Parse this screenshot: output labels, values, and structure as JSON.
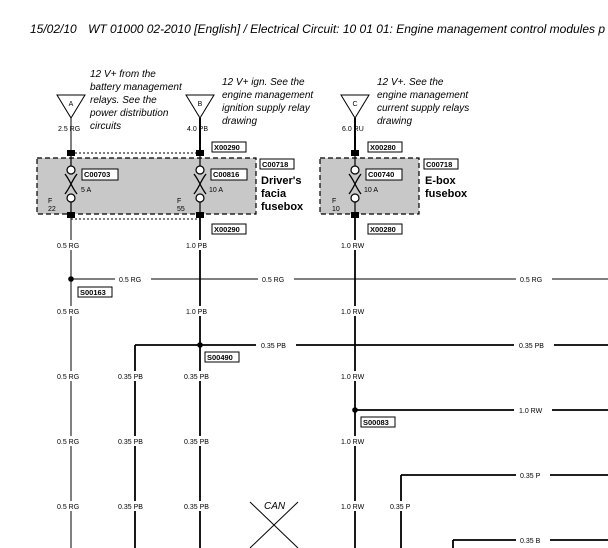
{
  "header": {
    "date": "15/02/10",
    "doc": "WT 01000 02-2010 [English] / Electrical Circuit: 10 01 01: Engine management control modules p"
  },
  "sources": [
    {
      "letter": "A",
      "note": [
        "12 V+ from the",
        "battery management",
        "relays. See the",
        "power distribution",
        "circuits"
      ],
      "wire": "2.5 RG"
    },
    {
      "letter": "B",
      "note": [
        "12 V+ ign. See the",
        "engine management",
        "ignition supply relay",
        "drawing"
      ],
      "wire": "4.0 PB"
    },
    {
      "letter": "C",
      "note": [
        "12 V+. See the",
        "engine management",
        "current supply relays",
        "drawing"
      ],
      "wire": "6.0 RU"
    }
  ],
  "connectors": {
    "driver_top": "X00290",
    "driver_bottom": "X00290",
    "ebox_top": "X00280",
    "ebox_bottom": "X00280"
  },
  "fuseboxes": [
    {
      "code": "C00718",
      "title": [
        "Driver's",
        "facia",
        "fusebox"
      ]
    },
    {
      "code": "C00718",
      "title": [
        "E-box",
        "fusebox"
      ]
    }
  ],
  "fuses": [
    {
      "code": "C00703",
      "amp": "5 A",
      "pin_label": "F",
      "pin": "22"
    },
    {
      "code": "C00816",
      "amp": "10 A",
      "pin_label": "F",
      "pin": "55"
    },
    {
      "code": "C00740",
      "amp": "10 A",
      "pin_label": "F",
      "pin": "10"
    }
  ],
  "splices": {
    "s1": "S00163",
    "s2": "S00490",
    "s3": "S00083"
  },
  "wire_labels": {
    "a_below_fuse": "0.5 RG",
    "b_below_fuse": "1.0 PB",
    "c_below_fuse": "1.0 RW",
    "h1_left": "0.5 RG",
    "h1_mid": "0.5 RG",
    "h1_right": "0.5 RG",
    "row1_a": "0.5 RG",
    "row1_b": "1.0 PB",
    "row1_c": "1.0 RW",
    "h2_mid": "0.35 PB",
    "h2_right": "0.35 PB",
    "row2_a": "0.5 RG",
    "row2_d": "0.35 PB",
    "row2_b": "0.35 PB",
    "row2_c": "1.0 RW",
    "h3_right": "1.0 RW",
    "row3_a": "0.5 RG",
    "row3_d": "0.35 PB",
    "row3_b": "0.35 PB",
    "row3_c": "1.0 RW",
    "h4_right": "0.35 P",
    "row4_a": "0.5 RG",
    "row4_d": "0.35 PB",
    "row4_b": "0.35 PB",
    "row4_c": "1.0 RW",
    "row4_e": "0.35 P",
    "h5_right": "0.35 B"
  },
  "can_label": "CAN"
}
